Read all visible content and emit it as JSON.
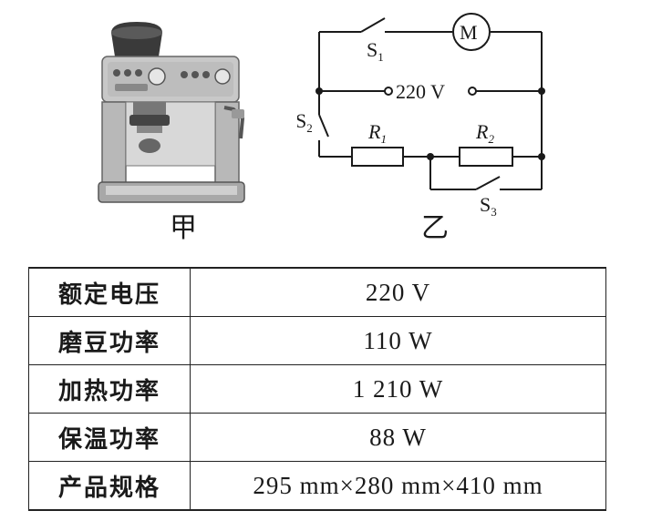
{
  "figures": {
    "jia_caption": "甲",
    "yi_caption": "乙"
  },
  "circuit": {
    "switch_s1": "S",
    "switch_s1_sub": "1",
    "switch_s2": "S",
    "switch_s2_sub": "2",
    "switch_s3": "S",
    "switch_s3_sub": "3",
    "motor": "M",
    "resistor_r1": "R",
    "resistor_r1_sub": "1",
    "resistor_r2": "R",
    "resistor_r2_sub": "2",
    "supply": "220 V"
  },
  "spec_table": {
    "rows": [
      {
        "key": "额定电压",
        "value": "220  V"
      },
      {
        "key": "磨豆功率",
        "value": "110  W"
      },
      {
        "key": "加热功率",
        "value": "1 210  W"
      },
      {
        "key": "保温功率",
        "value": "88  W"
      },
      {
        "key": "产品规格",
        "value": "295 mm×280 mm×410 mm"
      }
    ]
  }
}
